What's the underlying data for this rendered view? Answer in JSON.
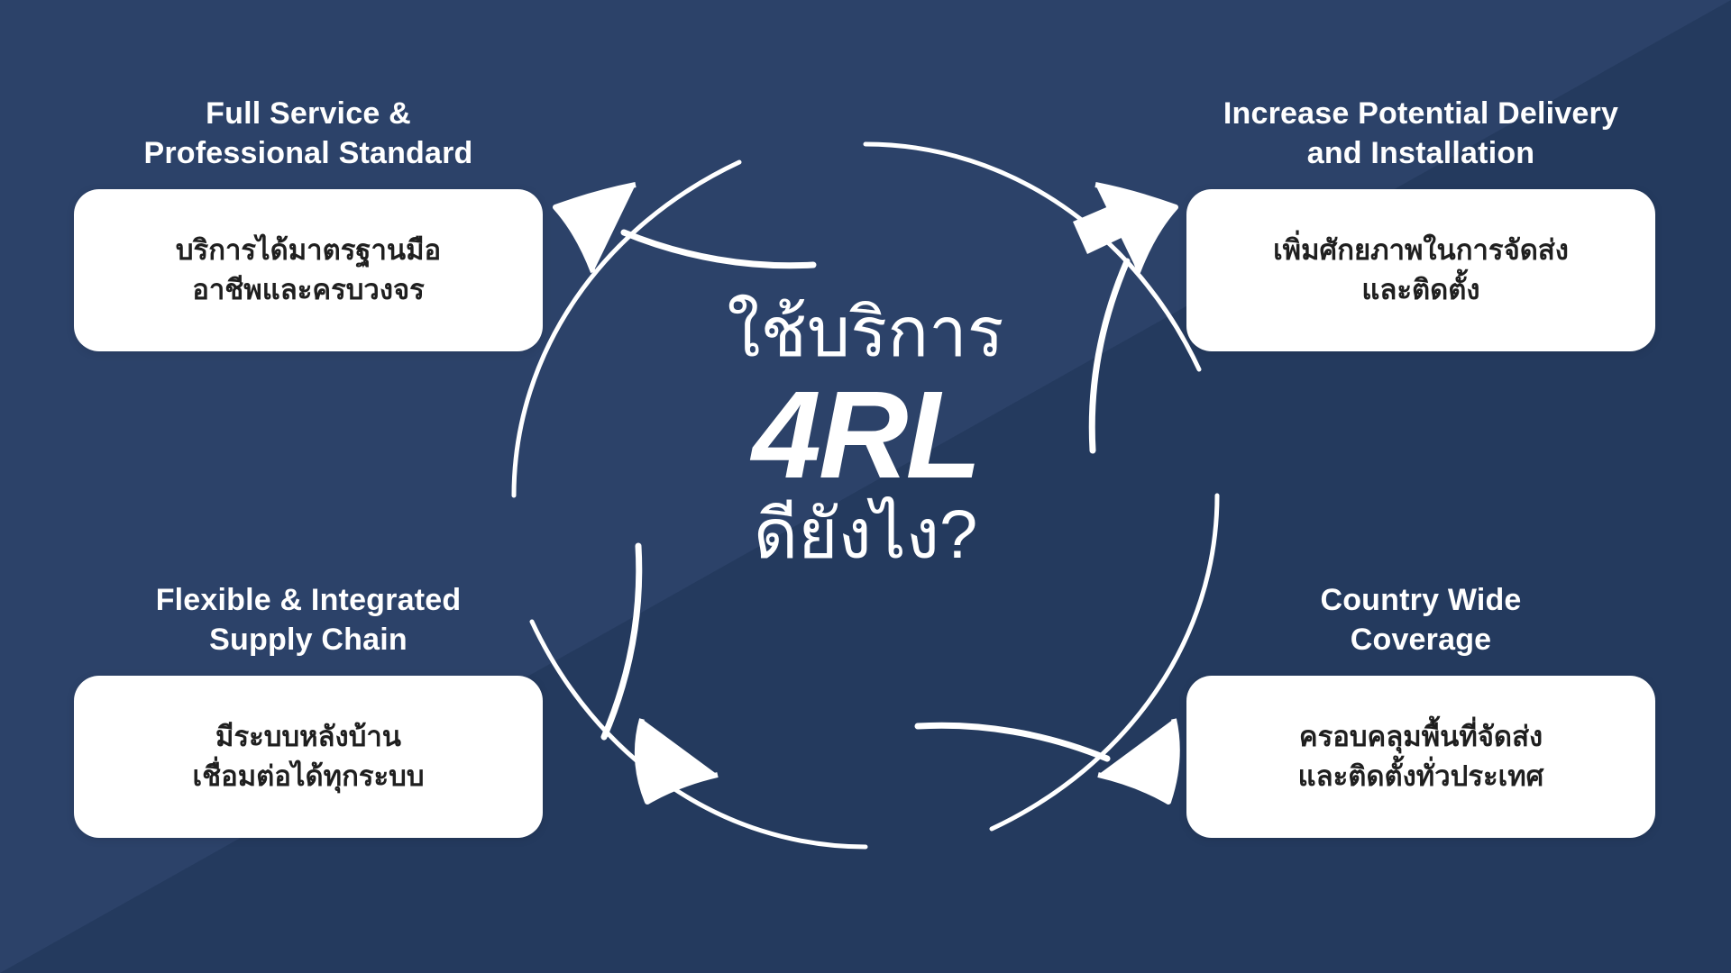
{
  "background": {
    "base_color": "#2C4269",
    "diagonal_color": "#243A5E"
  },
  "center": {
    "thai_top": "ใช้บริการ",
    "brand": "4RL",
    "thai_bottom": "ดียังไง?",
    "text_color": "#FFFFFF"
  },
  "ring": {
    "stroke_color": "#FFFFFF",
    "arrow_count": 4,
    "direction": "outward"
  },
  "quadrants": [
    {
      "position": "top-left",
      "heading_lines": [
        "Full Service &",
        "Professional Standard"
      ],
      "card_lines": [
        "บริการได้มาตรฐานมือ",
        "อาชีพและครบวงจร"
      ]
    },
    {
      "position": "top-right",
      "heading_lines": [
        "Increase Potential Delivery",
        "and Installation"
      ],
      "card_lines": [
        "เพิ่มศักยภาพในการจัดส่ง",
        "และติดตั้ง"
      ]
    },
    {
      "position": "bottom-left",
      "heading_lines": [
        "Flexible & Integrated",
        "Supply Chain"
      ],
      "card_lines": [
        "มีระบบหลังบ้าน",
        "เชื่อมต่อได้ทุกระบบ"
      ]
    },
    {
      "position": "bottom-right",
      "heading_lines": [
        "Country Wide",
        "Coverage"
      ],
      "card_lines": [
        "ครอบคลุมพื้นที่จัดส่ง",
        "และติดตั้งทั่วประเทศ"
      ]
    }
  ]
}
